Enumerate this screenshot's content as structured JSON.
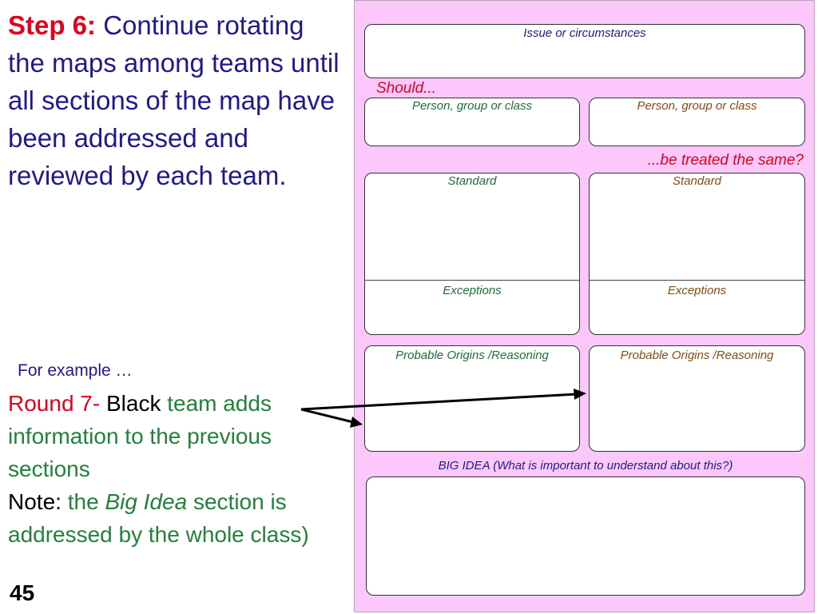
{
  "instructions": {
    "step_label": "Step 6:",
    "step_text": "Continue rotating the maps among teams until all sections of the map have been addressed and reviewed by each team.",
    "example_intro": "For example …",
    "round_label": "Round 7",
    "round_dash": "-",
    "round_team": "Black",
    "round_text": "team adds information to the previous sections",
    "note_label": "Note:",
    "note_the": "the",
    "note_big_idea": "Big Idea",
    "note_rest": "section is addressed by the whole class)",
    "page_number": "45"
  },
  "map": {
    "issue_label": "Issue or circumstances",
    "should_label": "Should...",
    "person_left_label": "Person, group or class",
    "person_right_label": "Person, group or class",
    "same_label": "...be treated the same?",
    "standard_left_label": "Standard",
    "standard_right_label": "Standard",
    "exceptions_left_label": "Exceptions",
    "exceptions_right_label": "Exceptions",
    "origins_left_label": "Probable Origins /Reasoning",
    "origins_right_label": "Probable Origins /Reasoning",
    "big_idea_label": "BIG IDEA (What is important to understand about this?)"
  }
}
